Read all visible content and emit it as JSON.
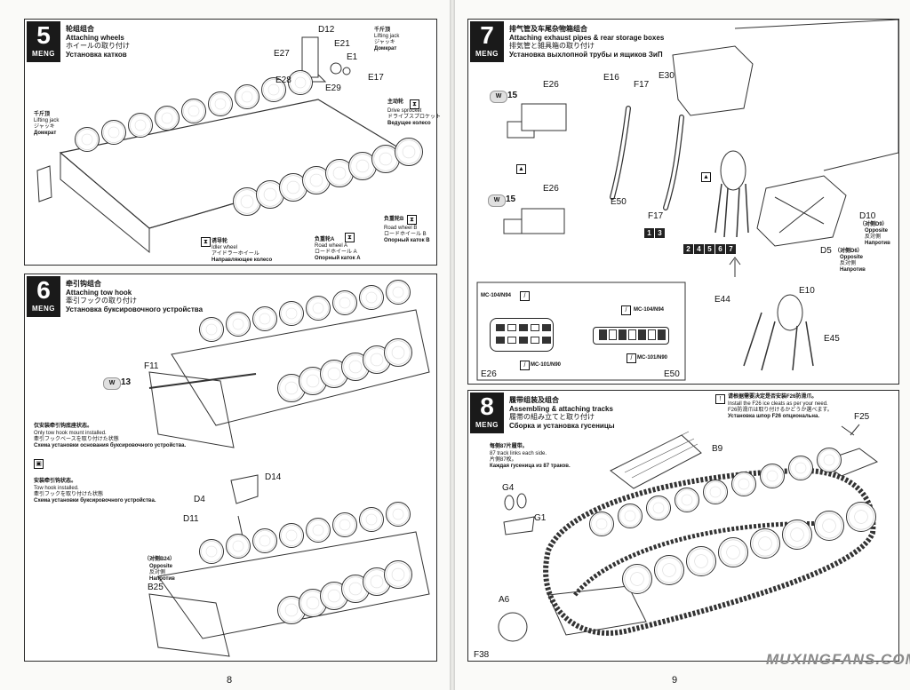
{
  "brand": "MENG",
  "pages": {
    "left_number": "8",
    "right_number": "9"
  },
  "watermark": "MUXINGFANS.COM",
  "step5": {
    "number": "5",
    "title_cn": "轮组组合",
    "title_en": "Attaching wheels",
    "title_jp": "ホイールの取り付け",
    "title_ru": "Установка катков",
    "parts": [
      "D12",
      "E21",
      "E27",
      "E1",
      "E17",
      "E28",
      "E29"
    ],
    "jack_top": {
      "cn": "千斤顶",
      "en": "Lifting jack",
      "jp": "ジャッキ",
      "ru": "Домкрат"
    },
    "jack_left": {
      "cn": "千斤顶",
      "en": "Lifting jack",
      "jp": "ジャッキ",
      "ru": "Домкрат"
    },
    "sprocket": {
      "cn": "主动轮",
      "en": "Drive sprocket",
      "jp": "ドライブスプロケット",
      "ru": "Ведущее колесо"
    },
    "idler": {
      "cn": "诱导轮",
      "en": "Idler wheel",
      "jp": "アイドラーホイール",
      "ru": "Направляющее колесо"
    },
    "road_a": {
      "cn": "负重轮A",
      "en": "Road wheel A",
      "jp": "ロードホイール A",
      "ru": "Опорный каток A"
    },
    "road_b": {
      "cn": "负重轮B",
      "en": "Road wheel B",
      "jp": "ロードホイール B",
      "ru": "Опорный каток B"
    }
  },
  "step6": {
    "number": "6",
    "title_cn": "牵引钩组合",
    "title_en": "Attaching tow hook",
    "title_jp": "牽引フックの取り付け",
    "title_ru": "Установка буксировочного устройства",
    "w_label": "W",
    "w_num": "13",
    "parts": [
      "F11",
      "D14",
      "D4",
      "D11",
      "B25"
    ],
    "note1": {
      "cn": "仅安装牵引钩底座状态。",
      "en": "Only tow hook mount installed.",
      "jp": "牽引フックベースを取り付けた状態",
      "ru": "Схема установки основания буксировочного устройства."
    },
    "note2": {
      "cn": "安装牵引钩状态。",
      "en": "Tow hook installed.",
      "jp": "牽引フックを取り付けた状態",
      "ru": "Схема установки буксировочного устройства."
    },
    "opposite": {
      "cn": "（对侧B24）",
      "en": "Opposite",
      "jp": "反対側",
      "ru": "Напротив"
    }
  },
  "step7": {
    "number": "7",
    "title_cn": "排气管及车尾杂物箱组合",
    "title_en": "Attaching exhaust pipes & rear storage boxes",
    "title_jp": "排気管と雑具箱の取り付け",
    "title_ru": "Установка выхлопной трубы и ящиков ЗиП",
    "w_label": "W",
    "w_num1": "15",
    "w_num2": "15",
    "parts": [
      "E26",
      "E16",
      "F17",
      "E30",
      "E26",
      "E50",
      "F17",
      "D10",
      "D5",
      "E44",
      "E10",
      "E45"
    ],
    "tags_a": [
      "1",
      "3"
    ],
    "tags_b": [
      "2",
      "4",
      "5",
      "6",
      "7"
    ],
    "d10_opp": {
      "cn": "（对侧D9）",
      "en": "Opposite",
      "jp": "反対側",
      "ru": "Напротив"
    },
    "d5_opp": {
      "cn": "（对侧D6）",
      "en": "Opposite",
      "jp": "反対側",
      "ru": "Напротив"
    },
    "paint": [
      "MC-104/N94",
      "MC-101/N90",
      "MC-104/N94",
      "MC-101/N90"
    ],
    "paint_parts": [
      "E26",
      "E50"
    ]
  },
  "step8": {
    "number": "8",
    "title_cn": "履带组装及组合",
    "title_en": "Assembling & attaching tracks",
    "title_jp": "履帯の組み立てと取り付け",
    "title_ru": "Сборка и установка гусеницы",
    "links_note": {
      "cn": "每侧87片履带。",
      "en": "87 track links each side.",
      "jp": "片側87枚。",
      "ru": "Каждая гусеница из 87 траков."
    },
    "ice_note": {
      "cn": "请根据需要决定是否安装F26防滑爪。",
      "en": "Install the F26 ice cleats as per your need.",
      "jp": "F26防滑爪は取り付けるかどうか選べます。",
      "ru": "Установка шпор F26 опциональна."
    },
    "parts": [
      "B9",
      "F25",
      "G4",
      "G1",
      "A6",
      "F38"
    ]
  }
}
